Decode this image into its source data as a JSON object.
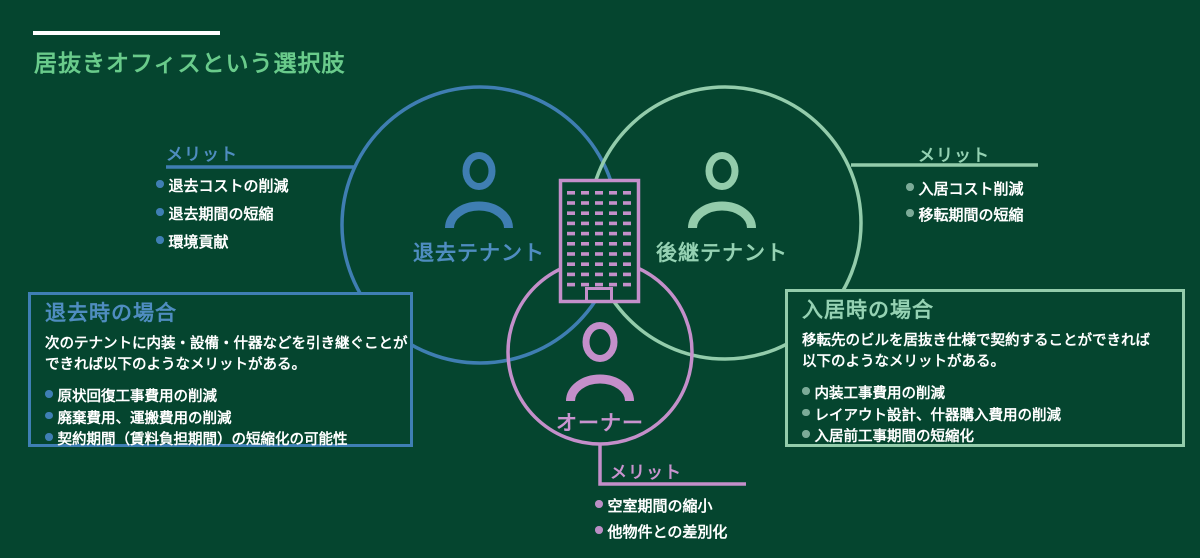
{
  "title": "居抜きオフィスという選択肢",
  "colors": {
    "background": "#05452f",
    "blue": "#3f7eb2",
    "light_green": "#93ccab",
    "pink": "#c48fca",
    "title_green": "#69cb8b",
    "white": "#ffffff"
  },
  "circles": {
    "leaving_tenant": {
      "label": "退去テナント"
    },
    "succeeding_tenant": {
      "label": "後継テナント"
    },
    "owner": {
      "label": "オーナー"
    }
  },
  "merits": {
    "leaving": {
      "heading": "メリット",
      "items": [
        "退去コストの削減",
        "退去期間の短縮",
        "環境貢献"
      ]
    },
    "succeeding": {
      "heading": "メリット",
      "items": [
        "入居コスト削減",
        "移転期間の短縮"
      ]
    },
    "owner": {
      "heading": "メリット",
      "items": [
        "空室期間の縮小",
        "他物件との差別化"
      ]
    }
  },
  "boxes": {
    "leaving": {
      "heading": "退去時の場合",
      "body_lines": [
        "次のテナントに内装・設備・什器などを引き継ぐことが",
        "できれば以下のようなメリットがある。"
      ],
      "items": [
        "原状回復工事費用の削減",
        "廃棄費用、運搬費用の削減",
        "契約期間（賃料負担期間）の短縮化の可能性"
      ]
    },
    "moving_in": {
      "heading": "入居時の場合",
      "body_lines": [
        "移転先のビルを居抜き仕様で契約することができれば",
        "以下のようなメリットがある。"
      ],
      "items": [
        "内装工事費用の削減",
        "レイアウト設計、什器購入費用の削減",
        "入居前工事期間の短縮化"
      ]
    }
  }
}
